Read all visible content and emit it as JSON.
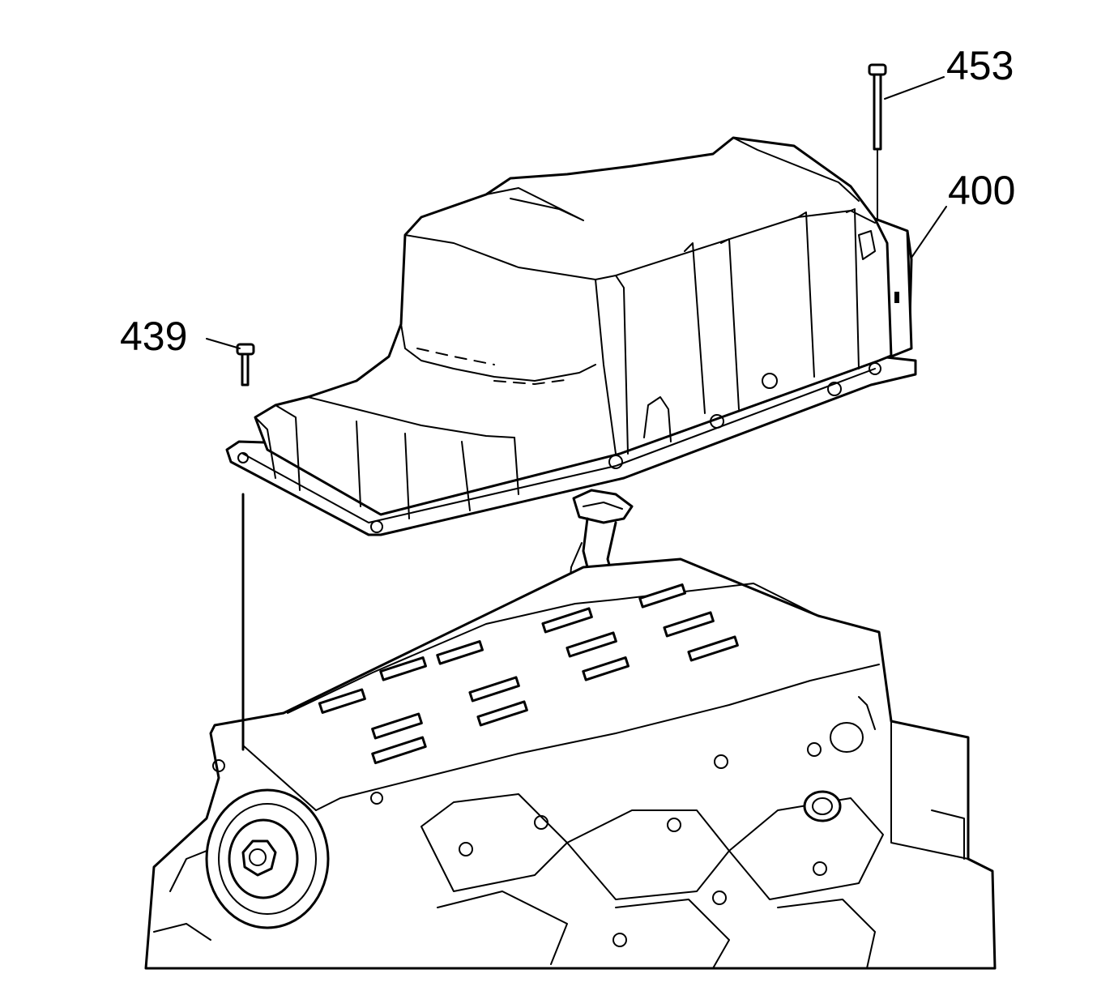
{
  "callouts": [
    {
      "id": "453",
      "label": "453"
    },
    {
      "id": "400",
      "label": "400"
    },
    {
      "id": "439",
      "label": "439"
    }
  ],
  "colors": {
    "line": "#000000",
    "background": "#ffffff"
  }
}
